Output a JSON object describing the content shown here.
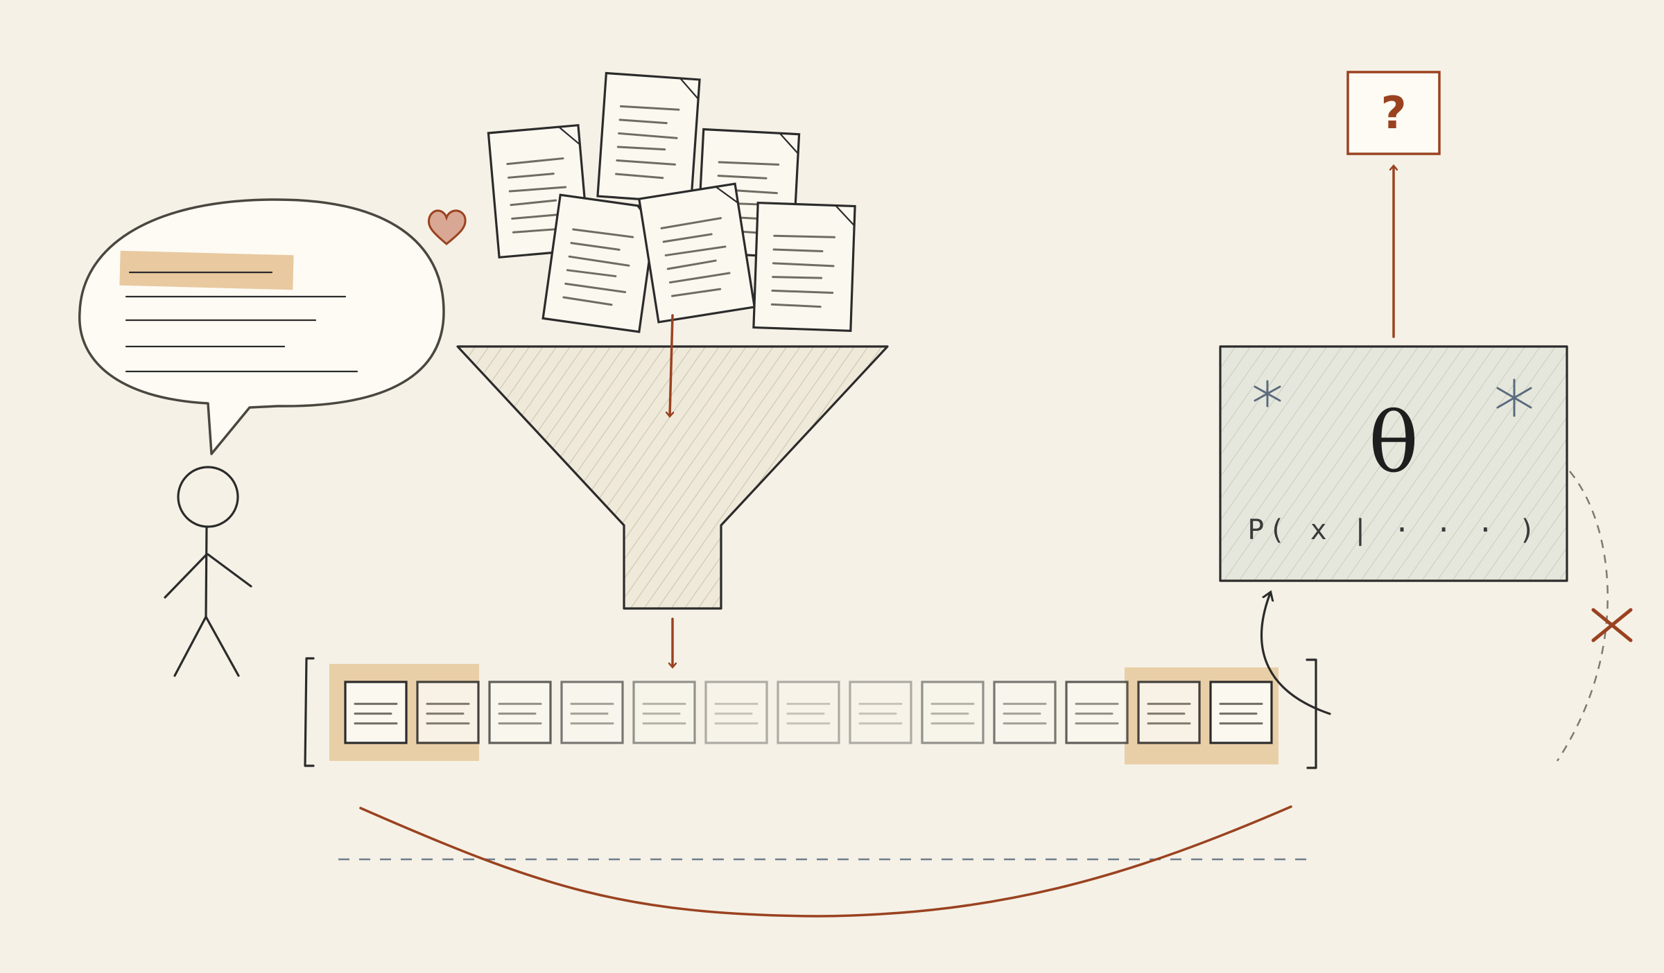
{
  "diagram": {
    "model_symbol": "θ",
    "model_formula": "P( x | · · · )",
    "output_symbol": "?",
    "icons": {
      "speaker": "stick-figure-icon",
      "speech": "speech-bubble-icon",
      "like": "heart-icon",
      "docs": "document-pile-icon",
      "funnel": "funnel-icon",
      "model": "model-box-icon",
      "blocked": "x-mark-icon"
    },
    "colors": {
      "background": "#f5f1e6",
      "ink": "#2b2b2b",
      "accent": "#9a4220",
      "highlight": "#e9c9a0",
      "model_fill": "#e6e7dc",
      "star": "#5a6b7e"
    },
    "sequence": {
      "token_count": 13,
      "highlighted_start": 2,
      "highlighted_end": 2
    }
  }
}
